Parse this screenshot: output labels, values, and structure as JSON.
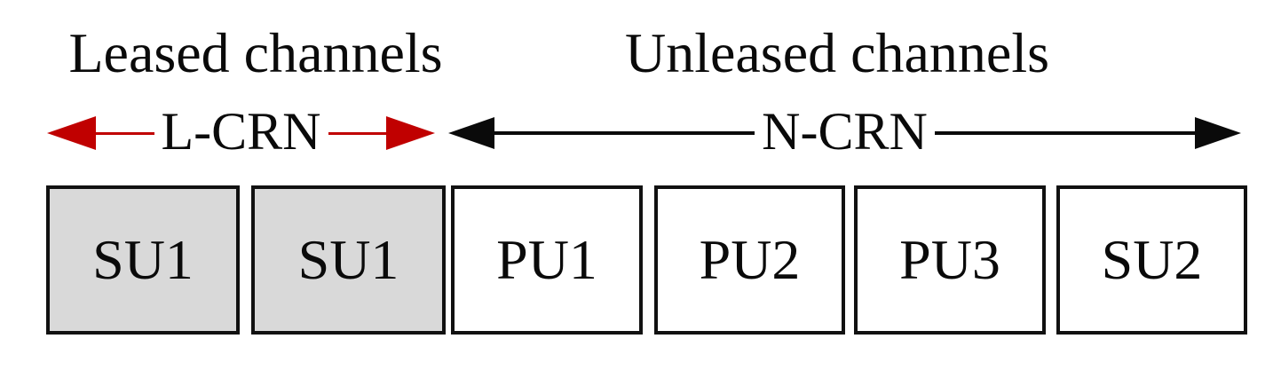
{
  "regions": {
    "leased": {
      "title": "Leased channels",
      "network_label": "L-CRN",
      "arrow_color": "#c00000",
      "channel_fill": "#d9d9d9"
    },
    "unleased": {
      "title": "Unleased channels",
      "network_label": "N-CRN",
      "arrow_color": "#000000",
      "channel_fill": "#ffffff"
    }
  },
  "channels": [
    {
      "label": "SU1",
      "region": "leased"
    },
    {
      "label": "SU1",
      "region": "leased"
    },
    {
      "label": "PU1",
      "region": "unleased"
    },
    {
      "label": "PU2",
      "region": "unleased"
    },
    {
      "label": "PU3",
      "region": "unleased"
    },
    {
      "label": "SU2",
      "region": "unleased"
    }
  ]
}
